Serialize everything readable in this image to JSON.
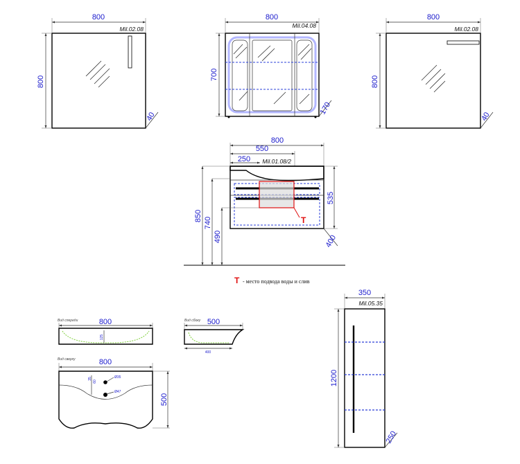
{
  "mirror_left": {
    "width": "800",
    "height": "800",
    "depth": "40",
    "model": "Mil.02.08"
  },
  "cabinet_top": {
    "width": "800",
    "height": "700",
    "depth": "170",
    "model": "Mil.04.08"
  },
  "mirror_right": {
    "width": "800",
    "height": "800",
    "depth": "40",
    "model": "Mil.02.08"
  },
  "vanity": {
    "width": "800",
    "inner_width": "550",
    "basin_offset": "250",
    "body_height": "535",
    "depth": "400",
    "height_top": "850",
    "height_mid": "740",
    "height_bottom": "490",
    "model": "Mil.01.08/2",
    "marker": "T",
    "note": "- место подвода воды и слив"
  },
  "basin_front": {
    "view_label": "Вид спереди",
    "width": "800",
    "small_dim": "125"
  },
  "basin_side": {
    "view_label": "Вид сбоку",
    "width": "500",
    "bottom": "400"
  },
  "basin_top": {
    "view_label": "Вид сверху",
    "width": "800",
    "height": "500",
    "d1": "35",
    "d2": "60",
    "dia1": "Ø35",
    "dia2": "Ø47"
  },
  "tall_cabinet": {
    "width": "350",
    "height": "1200",
    "depth": "250",
    "model": "Mil.05.35"
  }
}
